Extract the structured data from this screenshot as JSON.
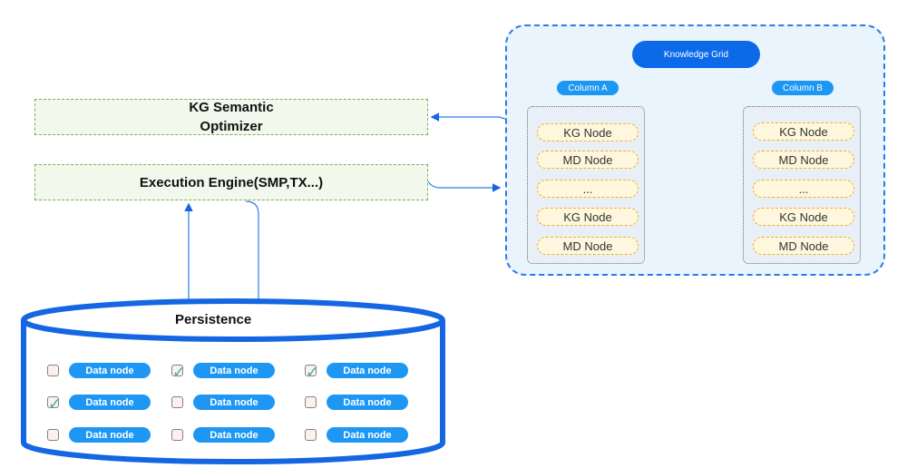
{
  "optimizer_label": "KG Semantic\nOptimizer",
  "engine_label": "Execution Engine(SMP,TX...)",
  "persistence_label": "Persistence",
  "knowledge_grid": {
    "title": "Knowledge Grid",
    "columns": [
      {
        "label": "Column A",
        "nodes": [
          "KG Node",
          "MD Node",
          "...",
          "KG Node",
          "MD Node"
        ]
      },
      {
        "label": "Column B",
        "nodes": [
          "KG Node",
          "MD Node",
          "...",
          "KG Node",
          "MD Node"
        ]
      }
    ]
  },
  "data_nodes": [
    [
      {
        "label": "Data node",
        "checked": false
      },
      {
        "label": "Data node",
        "checked": true
      },
      {
        "label": "Data node",
        "checked": true
      }
    ],
    [
      {
        "label": "Data node",
        "checked": true
      },
      {
        "label": "Data node",
        "checked": false
      },
      {
        "label": "Data node",
        "checked": false
      }
    ],
    [
      {
        "label": "Data node",
        "checked": false
      },
      {
        "label": "Data node",
        "checked": false
      },
      {
        "label": "Data node",
        "checked": false
      }
    ]
  ],
  "colors": {
    "accent_blue": "#1d97f3",
    "grid_border": "#2b7bea",
    "title_blue": "#0c6ae9",
    "node_dash": "#e7b12e",
    "optimizer_dash": "#79ad5e",
    "cylinder": "#1466e3",
    "check": "#3aaea0"
  }
}
